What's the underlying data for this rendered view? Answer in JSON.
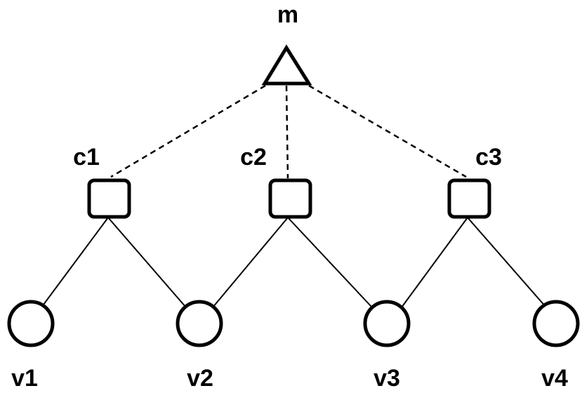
{
  "diagram": {
    "labels": {
      "m": "m",
      "c1": "c1",
      "c2": "c2",
      "c3": "c3",
      "v1": "v1",
      "v2": "v2",
      "v3": "v3",
      "v4": "v4"
    }
  }
}
